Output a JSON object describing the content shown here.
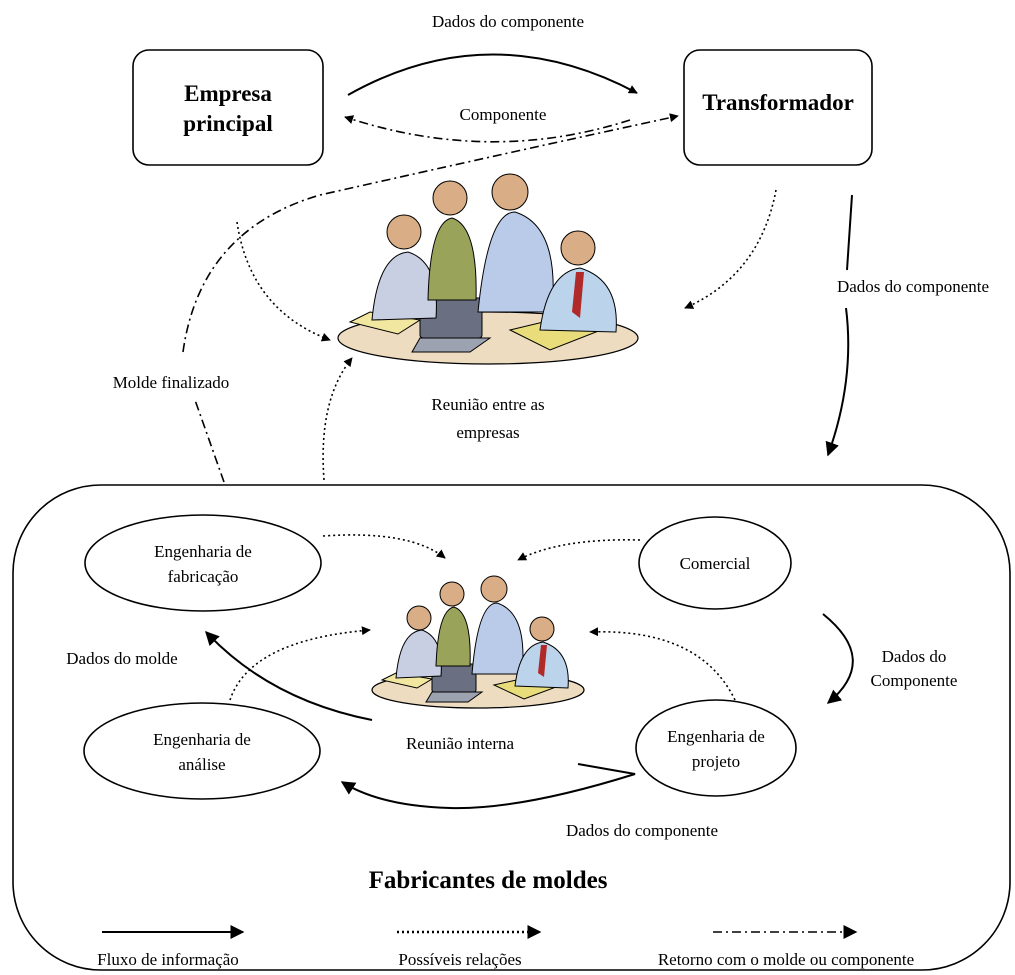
{
  "nodes": {
    "empresa": [
      "Empresa",
      "principal"
    ],
    "transformador": "Transformador",
    "engenharia_fabricacao": [
      "Engenharia de",
      "fabricação"
    ],
    "comercial": "Comercial",
    "engenharia_analise": [
      "Engenharia de",
      "análise"
    ],
    "engenharia_projeto": [
      "Engenharia de",
      "projeto"
    ]
  },
  "captions": {
    "reuniao_empresas": [
      "Reunião entre as",
      "empresas"
    ],
    "reuniao_interna": "Reunião interna",
    "fabricantes": "Fabricantes de moldes"
  },
  "edge_labels": {
    "top_dados": "Dados do componente",
    "componente": "Componente",
    "right_dados": "Dados do componente",
    "molde_finalizado": "Molde finalizado",
    "dados_molde": "Dados do molde",
    "dados_componente_cap": [
      "Dados do",
      "Componente"
    ],
    "bottom_dados": "Dados do componente"
  },
  "legend": {
    "solid": "Fluxo de informação",
    "dotted": "Possíveis relações",
    "dashdot": "Retorno com o molde ou componente"
  }
}
